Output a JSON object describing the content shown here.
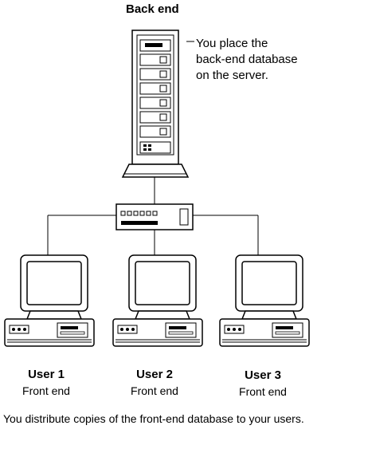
{
  "server": {
    "title": "Back end",
    "note_lines": [
      "You place the",
      "back-end database",
      "on the server."
    ]
  },
  "users": [
    {
      "name": "User 1",
      "role": "Front end"
    },
    {
      "name": "User 2",
      "role": "Front end"
    },
    {
      "name": "User 3",
      "role": "Front end"
    }
  ],
  "caption": "You distribute copies of the front-end database to your users.",
  "icons": {
    "server": "server-tower-icon",
    "hub": "network-hub-icon",
    "workstation": "desktop-computer-icon"
  }
}
